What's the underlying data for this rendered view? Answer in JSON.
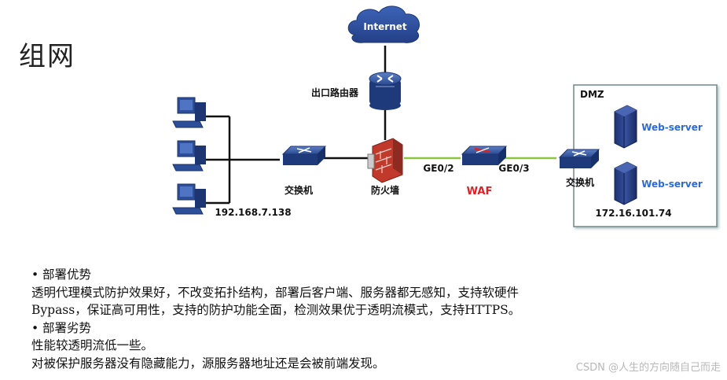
{
  "title": "组网",
  "nodes": {
    "internet": "Internet",
    "router": "出口路由器",
    "switch_left": "交换机",
    "firewall": "防火墙",
    "waf": "WAF",
    "switch_dmz": "交换机",
    "dmz": "DMZ",
    "web_server_1": "Web-server",
    "web_server_2": "Web-server"
  },
  "links": {
    "port_left": "GE0/2",
    "port_right": "GE0/3"
  },
  "addresses": {
    "lan": "192.168.7.138",
    "dmz": "172.16.101.74"
  },
  "notes": {
    "advantages_heading": "部署优势",
    "advantages_line1": "透明代理模式防护效果好，不改变拓扑结构，部署后客户端、服务器都无感知，支持软硬件",
    "advantages_line2": "Bypass，保证高可用性，支持的防护功能全面，检测效果优于透明流模式，支持HTTPS。",
    "disadvantages_heading": "部署劣势",
    "disadvantages_line1": "性能较透明流低一些。",
    "disadvantages_line2": "对被保护服务器没有隐藏能力，源服务器地址还是会被前端发现。"
  },
  "watermark": "CSDN @人生的方向随自己而走",
  "colors": {
    "link_black": "#111111",
    "link_green": "#8cc63f",
    "device_blue": "#2d4f9a",
    "firewall_red": "#c0392b",
    "waf_label": "#e02020",
    "server_label": "#2e6bd1"
  }
}
